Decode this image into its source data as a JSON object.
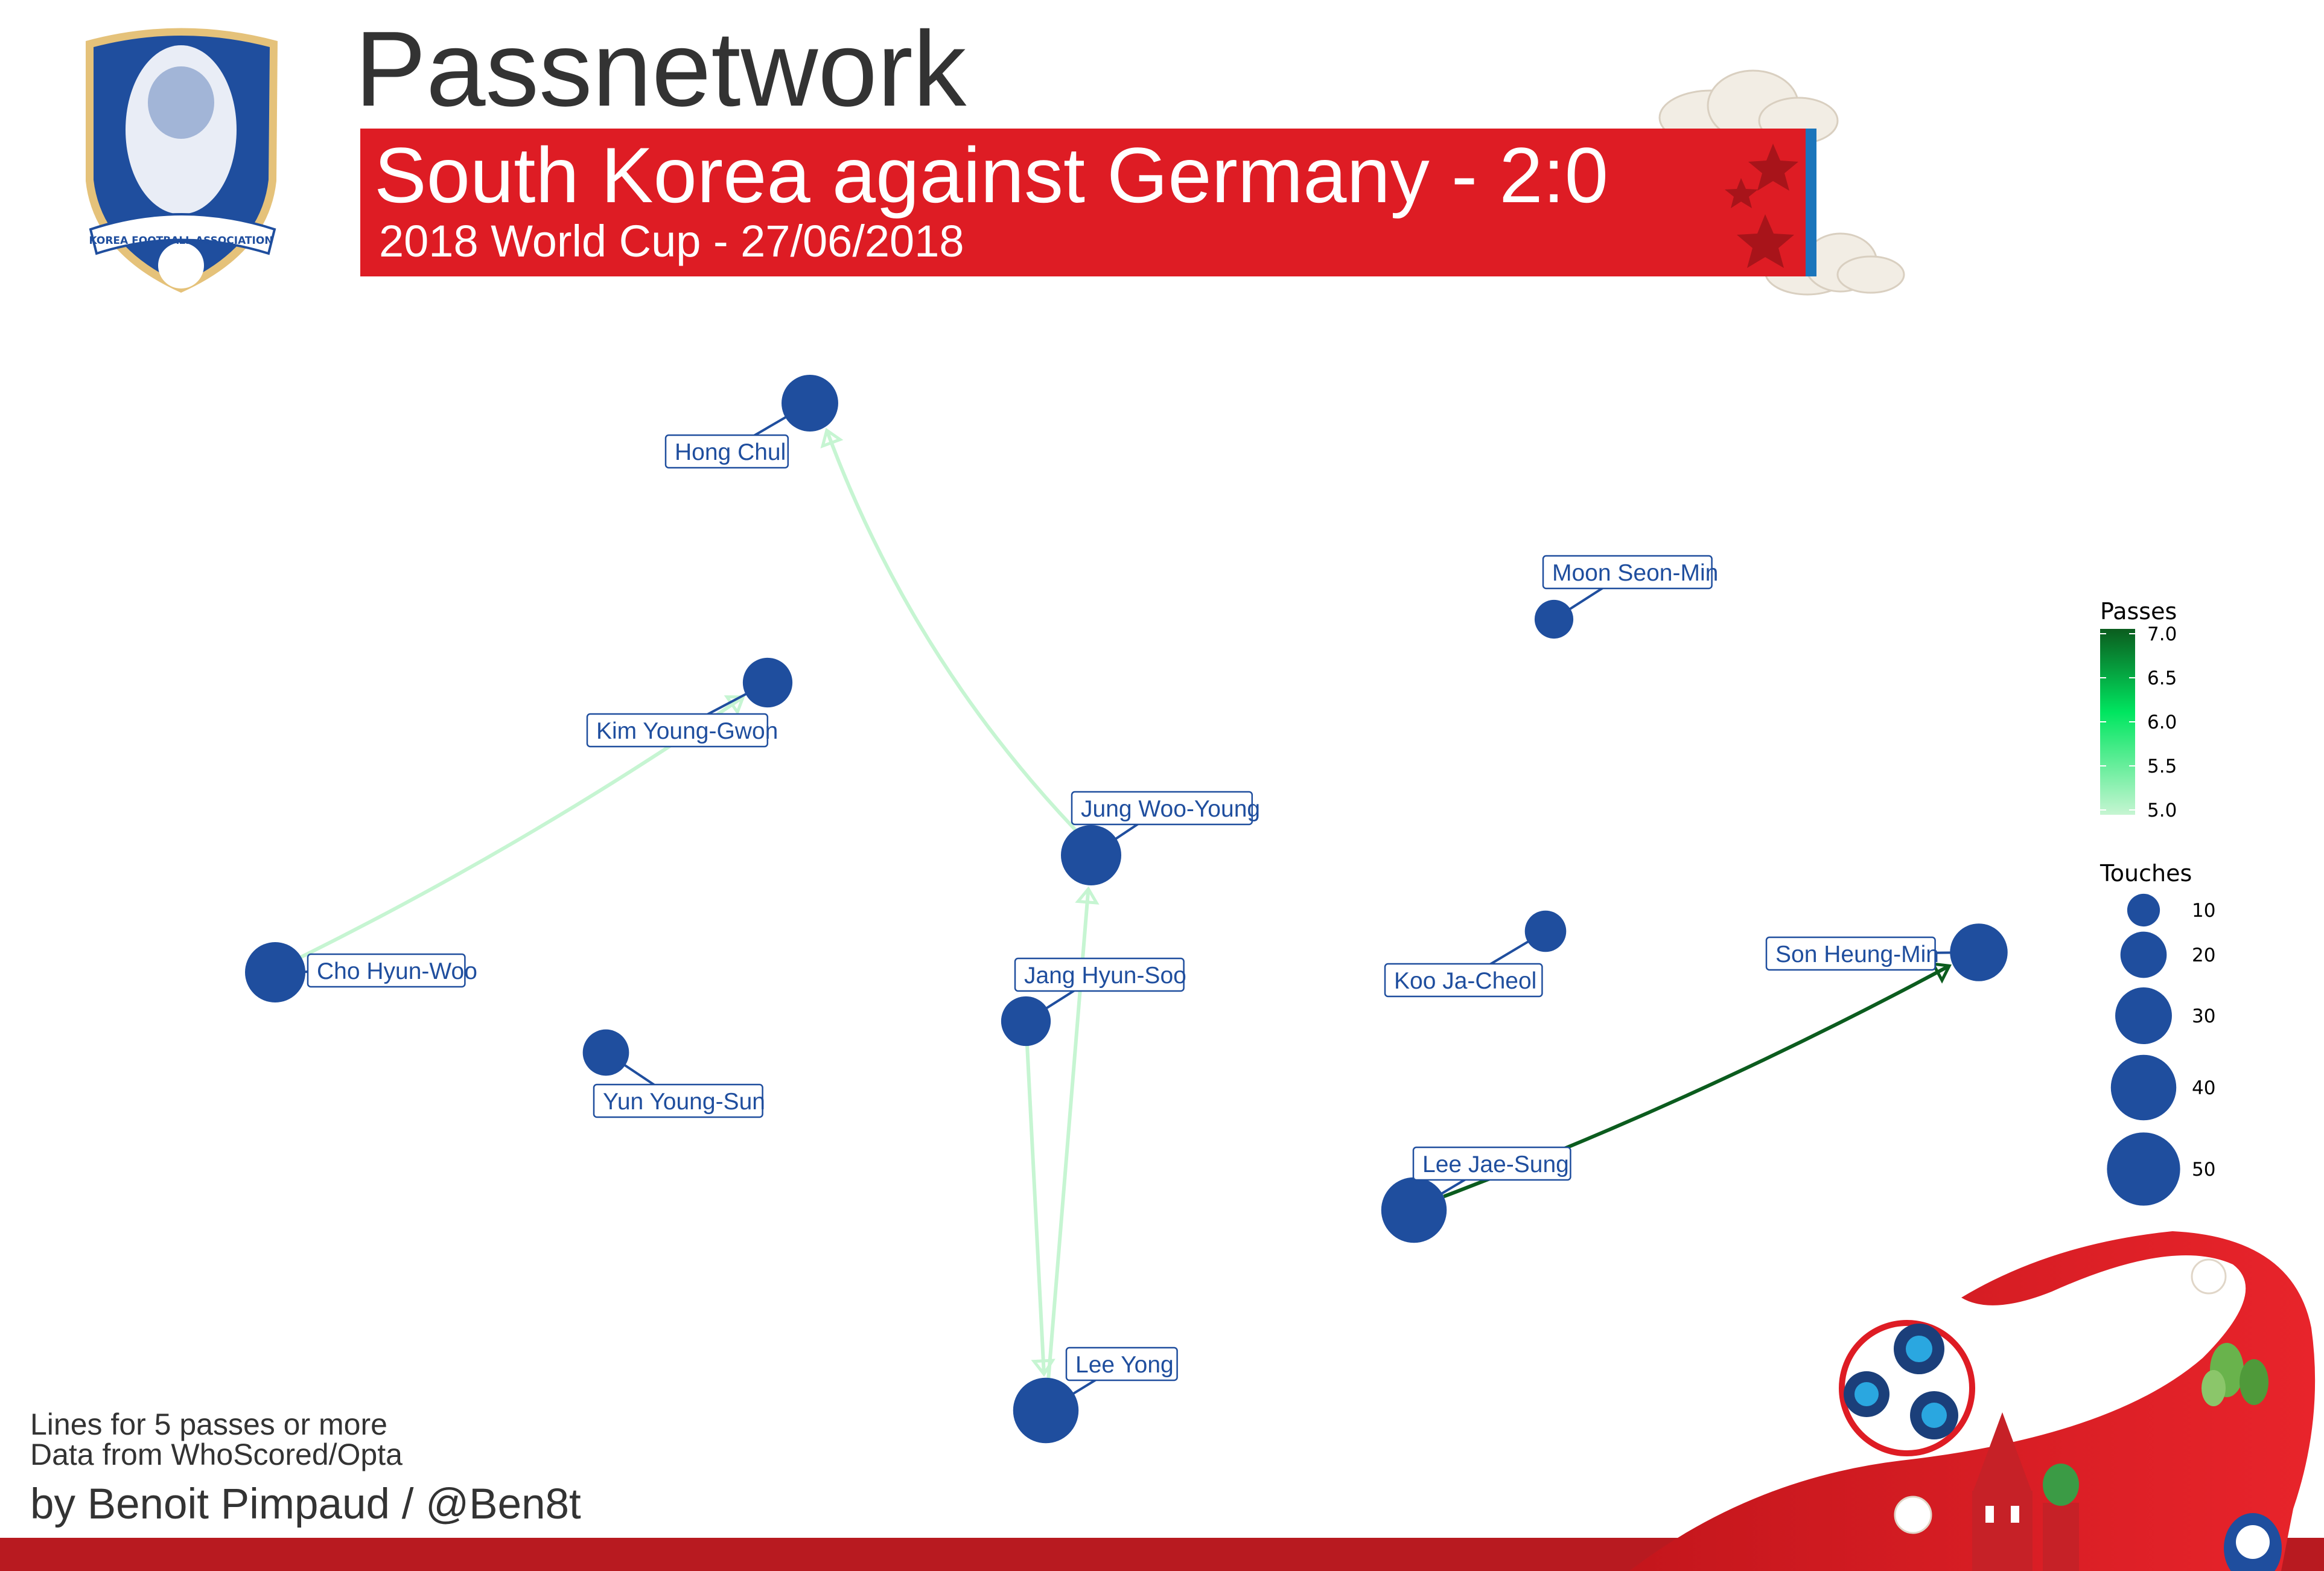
{
  "header": {
    "title": "Passnetwork",
    "banner_title": "South Korea against Germany - 2:0",
    "banner_subtitle": "2018 World Cup - 27/06/2018",
    "crest_text": "KOREA FOOTBALL ASSOCIATION"
  },
  "colors": {
    "node": "#1f4e9e",
    "label_border": "#1f4e9e",
    "banner_red": "#de1c24",
    "banner_blue": "#1b75bb",
    "pass_low": "#c6f5d2",
    "pass_mid": "#00e660",
    "pass_high": "#0b5c1e"
  },
  "players": [
    {
      "id": "hong-chul",
      "name": "Hong Chul",
      "touches": 30
    },
    {
      "id": "kim-young-gwon",
      "name": "Kim Young-Gwon",
      "touches": 23
    },
    {
      "id": "moon-seon-min",
      "name": "Moon Seon-Min",
      "touches": 14
    },
    {
      "id": "jung-woo-young",
      "name": "Jung Woo-Young",
      "touches": 34
    },
    {
      "id": "cho-hyun-woo",
      "name": "Cho Hyun-Woo",
      "touches": 34
    },
    {
      "id": "jang-hyun-soo",
      "name": "Jang Hyun-Soo",
      "touches": 23
    },
    {
      "id": "koo-ja-cheol",
      "name": "Koo Ja-Cheol",
      "touches": 16
    },
    {
      "id": "son-heung-min",
      "name": "Son Heung-Min",
      "touches": 31
    },
    {
      "id": "yun-young-sun",
      "name": "Yun Young-Sun",
      "touches": 20
    },
    {
      "id": "lee-jae-sung",
      "name": "Lee Jae-Sung",
      "touches": 40
    },
    {
      "id": "lee-yong",
      "name": "Lee Yong",
      "touches": 40
    }
  ],
  "passes": [
    {
      "from": "jung-woo-young",
      "to": "hong-chul",
      "count": 5
    },
    {
      "from": "cho-hyun-woo",
      "to": "kim-young-gwon",
      "count": 5
    },
    {
      "from": "jang-hyun-soo",
      "to": "lee-yong",
      "count": 5
    },
    {
      "from": "lee-yong",
      "to": "jung-woo-young",
      "count": 5
    },
    {
      "from": "lee-jae-sung",
      "to": "son-heung-min",
      "count": 7
    }
  ],
  "legend": {
    "passes_title": "Passes",
    "passes_ticks": [
      "7.0",
      "6.5",
      "6.0",
      "5.5",
      "5.0"
    ],
    "touches_title": "Touches",
    "touches_ticks": [
      "10",
      "20",
      "30",
      "40",
      "50"
    ]
  },
  "footer": {
    "note_lines": "Lines for 5 passes or more",
    "note_source": "Data from WhoScored/Opta",
    "author": "by Benoit Pimpaud / @Ben8t"
  }
}
